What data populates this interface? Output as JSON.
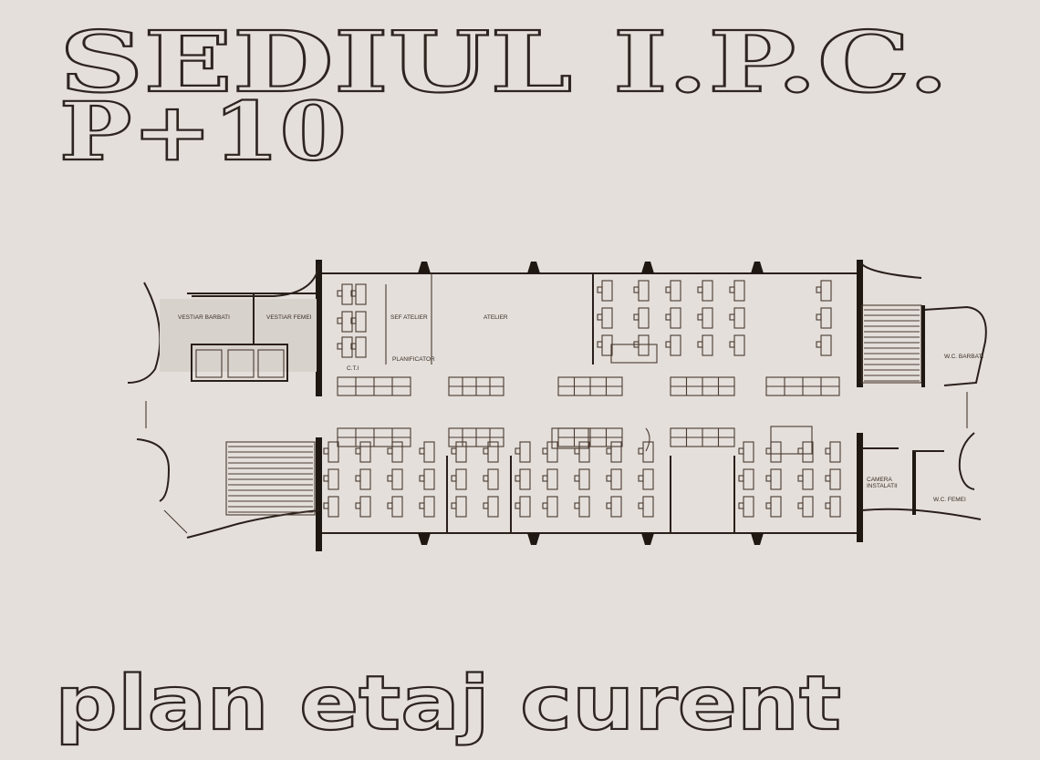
{
  "title": {
    "line1": "SEDIUL I.P.C.",
    "line2": "P+10"
  },
  "subtitle": "plan etaj curent",
  "rooms": {
    "vestiar_barbati": "VESTIAR BARBATI",
    "vestiar_femei": "VESTIAR FEMEI",
    "cti": "C.T.I",
    "sef_atelier": "SEF ATELIER",
    "planificator": "PLANIFICATOR",
    "atelier": "ATELIER",
    "wc_barbati": "W.C. BARBATI",
    "camera_instalatii_1": "CAMERA",
    "camera_instalatii_2": "INSTALATII",
    "wc_femei": "W.C. FEMEI"
  }
}
